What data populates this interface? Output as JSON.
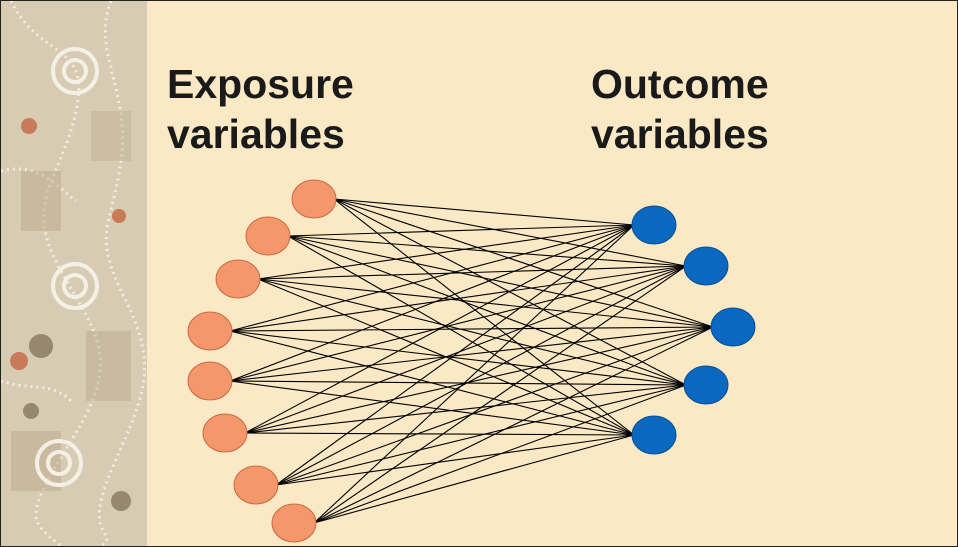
{
  "exposure": {
    "line1": "Exposure",
    "line2": "variables",
    "node_color": "#f4976a",
    "node_count": 8
  },
  "outcome": {
    "line1": "Outcome",
    "line2": "variables",
    "node_color": "#0a68c0",
    "node_count": 5
  },
  "edge_color": "#000000",
  "background_color": "#fbe9c5"
}
